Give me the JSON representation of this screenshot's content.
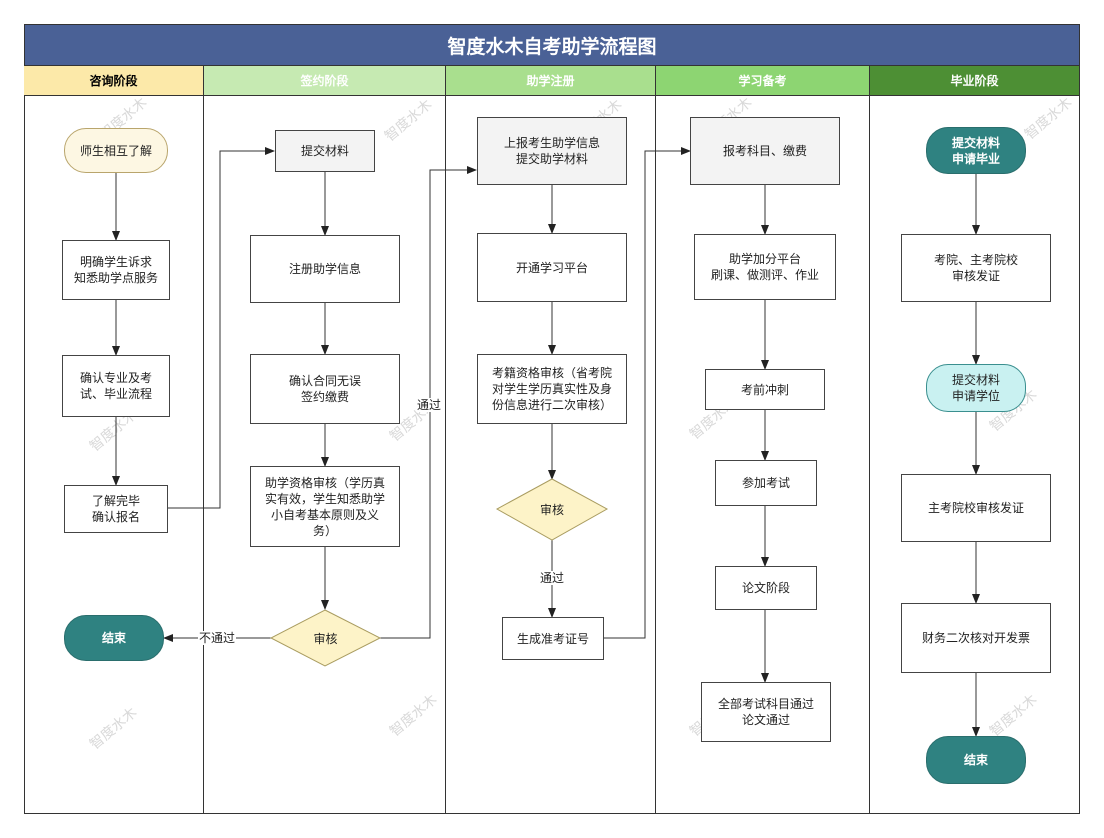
{
  "title": "智度水木自考助学流程图",
  "lanes": [
    {
      "label": "咨询阶段",
      "color": "#fce9a9"
    },
    {
      "label": "签约阶段",
      "color": "#c6eab2"
    },
    {
      "label": "助学注册",
      "color": "#a9df8e"
    },
    {
      "label": "学习备考",
      "color": "#8dd572"
    },
    {
      "label": "毕业阶段",
      "color": "#4d8f34"
    }
  ],
  "nodes": {
    "n1": "师生相互了解",
    "n2": "明确学生诉求\n知悉助学点服务",
    "n3": "确认专业及考\n试、毕业流程",
    "n4": "了解完毕\n确认报名",
    "n5": "结束",
    "s1": "提交材料",
    "s2": "注册助学信息",
    "s3": "确认合同无误\n签约缴费",
    "s4": "助学资格审核（学历真\n实有效，学生知悉助学\n小自考基本原则及义\n务）",
    "s5": "审核",
    "r1": "上报考生助学信息\n提交助学材料",
    "r2": "开通学习平台",
    "r3": "考籍资格审核（省考院\n对学生学历真实性及身\n份信息进行二次审核）",
    "r4": "审核",
    "r5": "生成准考证号",
    "l1": "报考科目、缴费",
    "l2": "助学加分平台\n刷课、做测评、作业",
    "l3": "考前冲刺",
    "l4": "参加考试",
    "l5": "论文阶段",
    "l6": "全部考试科目通过\n论文通过",
    "g1": "提交材料\n申请毕业",
    "g2": "考院、主考院校\n审核发证",
    "g3": "提交材料\n申请学位",
    "g4": "主考院校审核发证",
    "g5": "财务二次核对开发票",
    "g6": "结束"
  },
  "edge_labels": {
    "not_pass": "不通过",
    "pass1": "通过",
    "pass2": "通过"
  },
  "watermark": "智度水木"
}
